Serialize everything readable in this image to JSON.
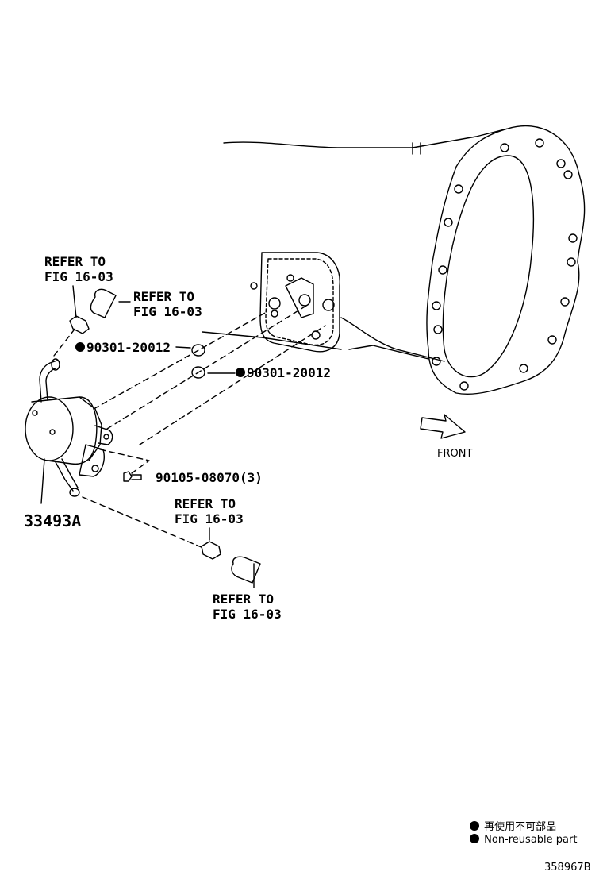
{
  "callouts": {
    "refer_1": {
      "line1": "REFER TO",
      "line2": "FIG 16-03"
    },
    "refer_2": {
      "line1": "REFER TO",
      "line2": "FIG 16-03"
    },
    "refer_3": {
      "line1": "REFER TO",
      "line2": "FIG 16-03"
    },
    "refer_4": {
      "line1": "REFER TO",
      "line2": "FIG 16-03"
    }
  },
  "parts": {
    "oring_upper": "90301-20012",
    "oring_lower": "90301-20012",
    "bolt": "90105-08070(3)",
    "cooler": "33493A"
  },
  "front_label": "FRONT",
  "legend": {
    "non_reusable_jp": "再使用不可部品",
    "non_reusable_en": "Non-reusable part"
  },
  "diagram_id": "358967B"
}
